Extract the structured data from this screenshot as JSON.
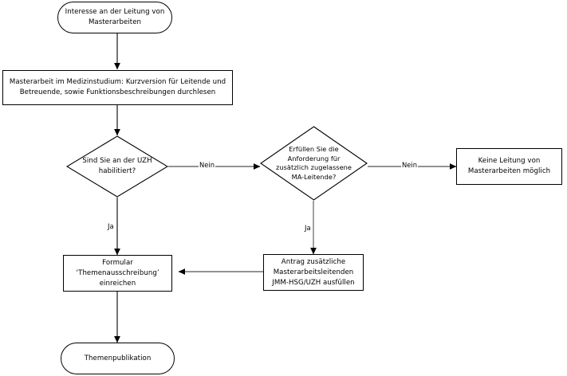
{
  "diagram": {
    "title": "Interesse an der Leitung von Masterarbeiten",
    "type": "flowchart",
    "background_color": "#ffffff",
    "line_color": "#000000",
    "text_color": "#000000"
  },
  "nodes": {
    "start": {
      "label": "Interesse an der Leitung von\nMasterarbeiten",
      "shape": "terminator"
    },
    "read_docs": {
      "label": "Masterarbeit im Medizinstudium: Kurzversion für Leitende und\nBetreuende, sowie Funktionsbeschreibungen durchlesen",
      "shape": "process"
    },
    "decision_habil": {
      "label": "Sind Sie an der UZH\nhabilitiert?",
      "shape": "decision"
    },
    "decision_requirements": {
      "label": "Erfüllen Sie die\nAnforderung für\nzusätzlich zugelassene\nMA-Leitende?",
      "shape": "decision"
    },
    "no_supervision": {
      "label": "Keine Leitung von\nMasterarbeiten möglich",
      "shape": "process"
    },
    "application_form": {
      "label": "Antrag zusätzliche\nMasterarbeitsleitenden\nJMM-HSG/UZH ausfüllen",
      "shape": "process"
    },
    "submit_form": {
      "label": "Formular\n‘Themenausschreibung’\neinreichen",
      "shape": "process"
    },
    "publication": {
      "label": "Themenpublikation",
      "shape": "terminator"
    }
  },
  "edge_labels": {
    "habil_no": "Nein",
    "habil_yes": "Ja",
    "requirements_no": "Nein",
    "requirements_yes": "Ja"
  }
}
